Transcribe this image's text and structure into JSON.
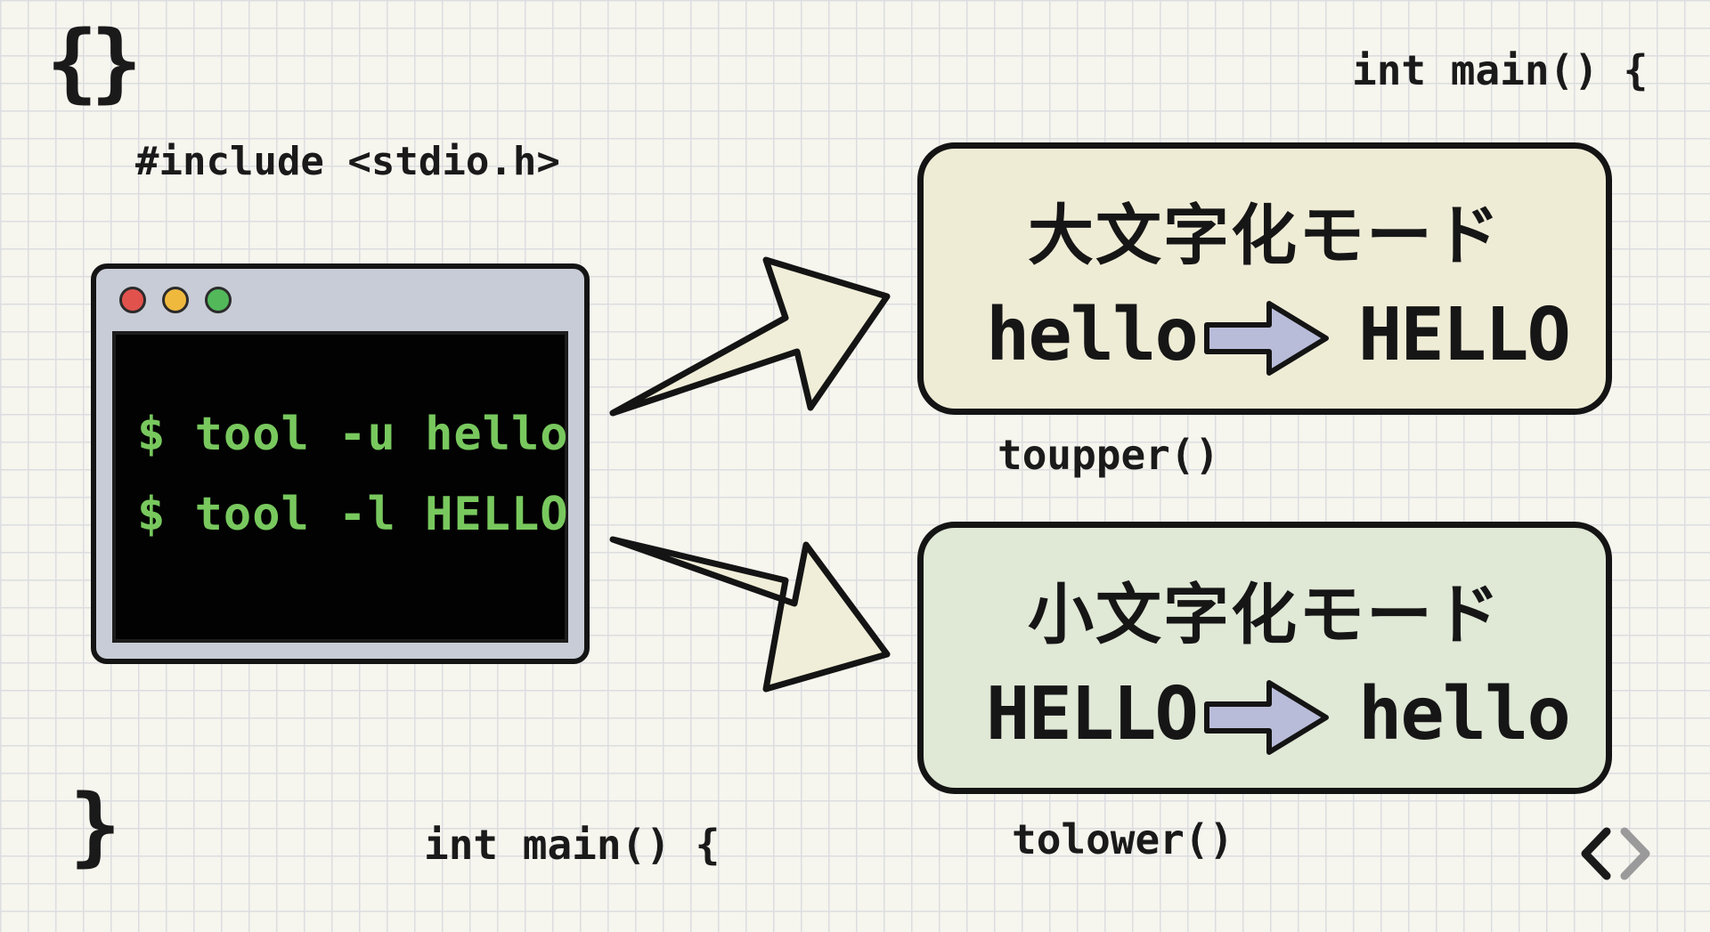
{
  "decorations": {
    "brace_open": "{}",
    "brace_close": "}",
    "include_line": "#include <stdio.h>",
    "main_top": "int main() {",
    "main_bottom": "int main() {",
    "code_icon": "code-brackets-icon"
  },
  "terminal": {
    "commands": [
      "$ tool -u hello",
      "$ tool -l HELLO"
    ],
    "dot_colors": [
      "#e2524d",
      "#efb93e",
      "#52b85a"
    ],
    "text_color": "#78c85e"
  },
  "modes": [
    {
      "title": "大文字化モード",
      "input": "hello",
      "output": "HELLO",
      "function": "toupper()",
      "fill": "#efecd6"
    },
    {
      "title": "小文字化モード",
      "input": "HELLO",
      "output": "hello",
      "function": "tolower()",
      "fill": "#e0e8d6"
    }
  ],
  "colors": {
    "background": "#f6f5ee",
    "big_arrow_fill": "#f0eed8",
    "small_arrow_fill": "#b9bcd9",
    "outline": "#141414"
  }
}
